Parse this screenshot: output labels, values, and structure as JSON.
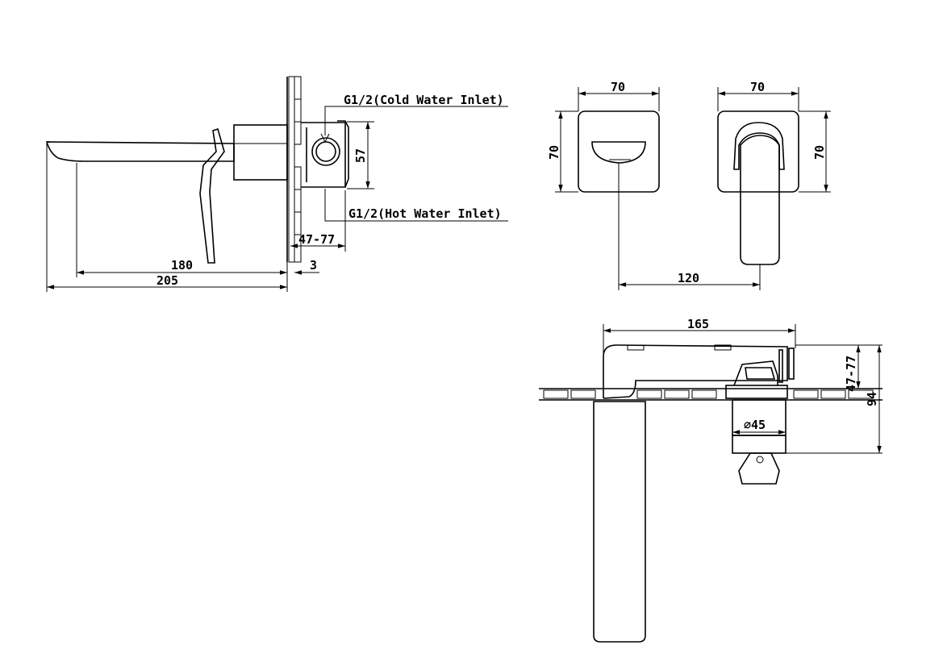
{
  "labels": {
    "cold_inlet": "G1/2(Cold Water Inlet)",
    "hot_inlet": "G1/2(Hot Water Inlet)"
  },
  "dimensions": {
    "side_depth_range": "47-77",
    "side_height": "57",
    "spout_180": "180",
    "spout_205": "205",
    "plate_3": "3",
    "front_left_width": "70",
    "front_left_height": "70",
    "front_right_width": "70",
    "front_right_height": "70",
    "centre_spacing": "120",
    "top_length": "165",
    "top_depth_range": "47-77",
    "top_total": "94",
    "top_diameter": "∅45"
  }
}
